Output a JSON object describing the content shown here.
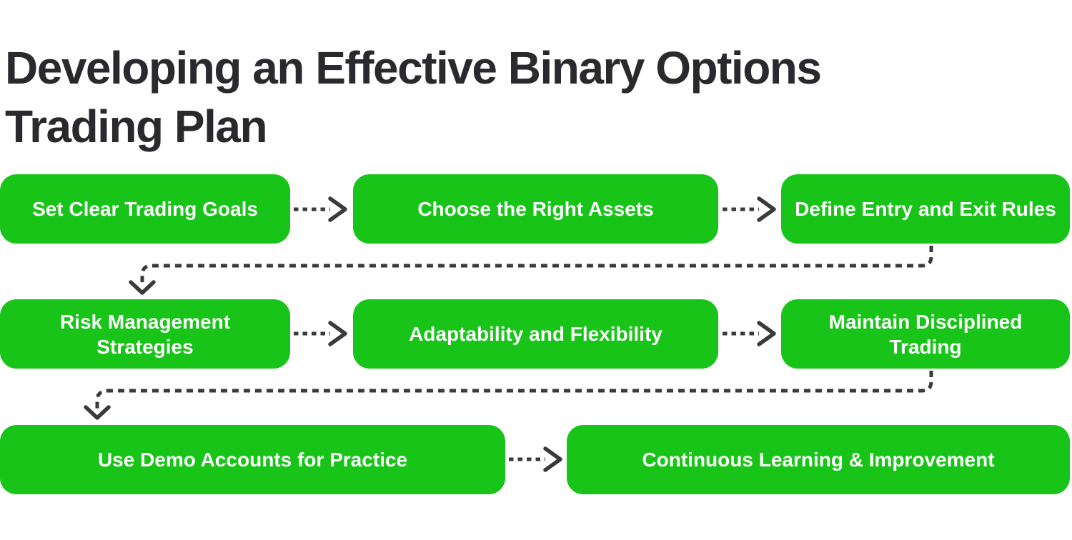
{
  "title": {
    "full": "Developing an Effective Binary Options Trading Plan",
    "line1": "Developing an Effective Binary Options",
    "line2": "Trading Plan"
  },
  "theme": {
    "background": "#ffffff",
    "title_color": "#2a2a2e",
    "node_color": "#17c417",
    "node_text_color": "#ffffff",
    "connector_color": "#3a3a3c"
  },
  "nodes": [
    {
      "id": "set-clear-trading-goals",
      "label": "Set Clear Trading Goals"
    },
    {
      "id": "choose-the-right-assets",
      "label": "Choose the Right Assets"
    },
    {
      "id": "define-entry-and-exit-rules",
      "label": "Define Entry and Exit Rules"
    },
    {
      "id": "risk-management-strategies",
      "label": "Risk Management Strategies"
    },
    {
      "id": "adaptability-and-flexibility",
      "label": "Adaptability and Flexibility"
    },
    {
      "id": "maintain-disciplined-trading",
      "label": "Maintain Disciplined Trading"
    },
    {
      "id": "use-demo-accounts-for-practice",
      "label": "Use Demo Accounts for Practice"
    },
    {
      "id": "continuous-learning-improvement",
      "label": "Continuous Learning & Improvement"
    }
  ],
  "connectors": [
    {
      "from": "Set Clear Trading Goals",
      "to": "Choose the Right Assets",
      "type": "dashed-arrow-right"
    },
    {
      "from": "Choose the Right Assets",
      "to": "Define Entry and Exit Rules",
      "type": "dashed-arrow-right"
    },
    {
      "from": "Define Entry and Exit Rules",
      "to": "Risk Management Strategies",
      "type": "dashed-wrap-down"
    },
    {
      "from": "Risk Management Strategies",
      "to": "Adaptability and Flexibility",
      "type": "dashed-arrow-right"
    },
    {
      "from": "Adaptability and Flexibility",
      "to": "Maintain Disciplined Trading",
      "type": "dashed-arrow-right"
    },
    {
      "from": "Maintain Disciplined Trading",
      "to": "Use Demo Accounts for Practice",
      "type": "dashed-wrap-down"
    },
    {
      "from": "Use Demo Accounts for Practice",
      "to": "Continuous Learning & Improvement",
      "type": "dashed-arrow-right"
    }
  ]
}
